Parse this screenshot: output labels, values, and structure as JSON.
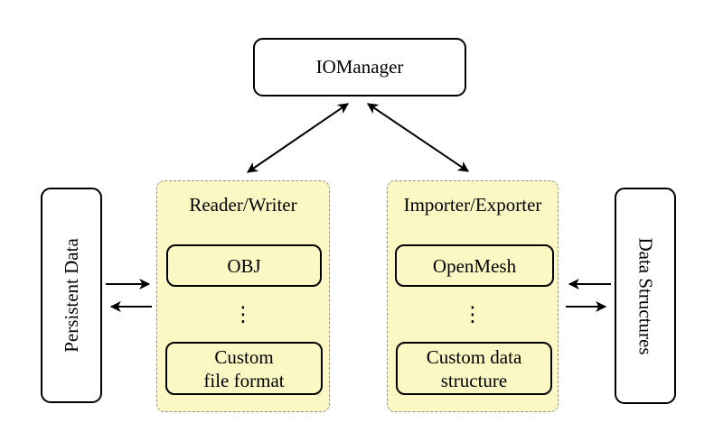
{
  "colors": {
    "background": "#ffffff",
    "group_fill": "#fbf8c4",
    "group_border": "#8f8f8f",
    "node_fill": "#ffffff",
    "node_border": "#000000",
    "arrow": "#000000"
  },
  "nodes": {
    "iomanager": {
      "label": "IOManager"
    },
    "persistent_data": {
      "label": "Persistent Data"
    },
    "data_structures": {
      "label": "Data Structures"
    }
  },
  "groups": {
    "reader_writer": {
      "title": "Reader/Writer",
      "items": [
        {
          "label": "OBJ"
        },
        {
          "label": "⋮"
        },
        {
          "label": "Custom\nfile format"
        }
      ]
    },
    "importer_exporter": {
      "title": "Importer/Exporter",
      "items": [
        {
          "label": "OpenMesh"
        },
        {
          "label": "⋮"
        },
        {
          "label": "Custom data\nstructure"
        }
      ]
    }
  }
}
